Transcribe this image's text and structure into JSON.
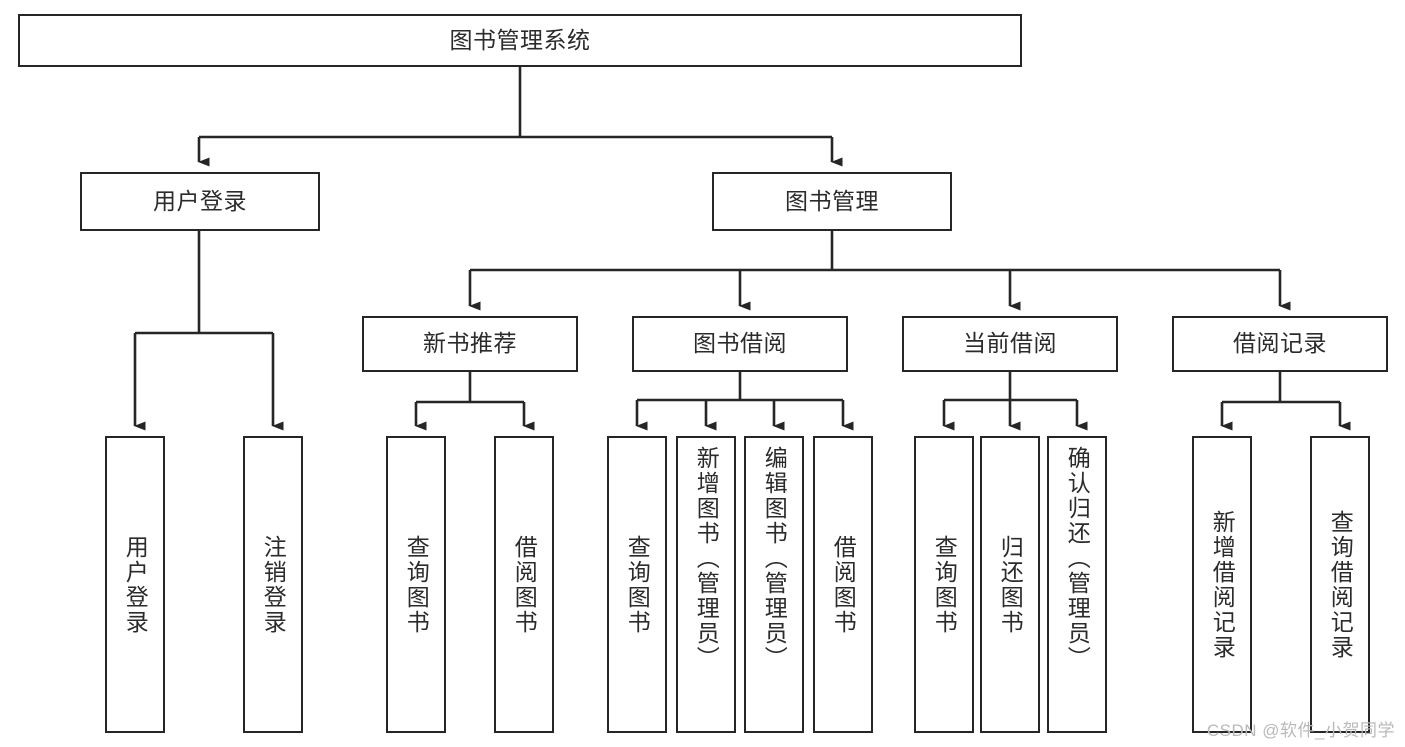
{
  "diagram": {
    "title": "图书管理系统",
    "type": "tree-hierarchy-chart",
    "root": {
      "label": "图书管理系统"
    },
    "level2": [
      {
        "label": "用户登录"
      },
      {
        "label": "图书管理"
      }
    ],
    "level3": [
      {
        "label": "新书推荐"
      },
      {
        "label": "图书借阅"
      },
      {
        "label": "当前借阅"
      },
      {
        "label": "借阅记录"
      }
    ],
    "leaves": {
      "user_login": [
        {
          "label": "用户登录"
        },
        {
          "label": "注销登录"
        }
      ],
      "new_book_recommend": [
        {
          "label": "查询图书"
        },
        {
          "label": "借阅图书"
        }
      ],
      "book_borrow": [
        {
          "label": "查询图书"
        },
        {
          "label": "新增图书（管理员）"
        },
        {
          "label": "编辑图书（管理员）"
        },
        {
          "label": "借阅图书"
        }
      ],
      "current_borrow": [
        {
          "label": "查询图书"
        },
        {
          "label": "归还图书"
        },
        {
          "label": "确认归还（管理员）"
        }
      ],
      "borrow_record": [
        {
          "label": "新增借阅记录"
        },
        {
          "label": "查询借阅记录"
        }
      ]
    }
  },
  "watermark": {
    "text": "CSDN @软件_小贺同学"
  },
  "colors": {
    "stroke": "#262626",
    "text": "#2b2b2b",
    "background": "#ffffff",
    "watermark": "#b9b9b9"
  }
}
